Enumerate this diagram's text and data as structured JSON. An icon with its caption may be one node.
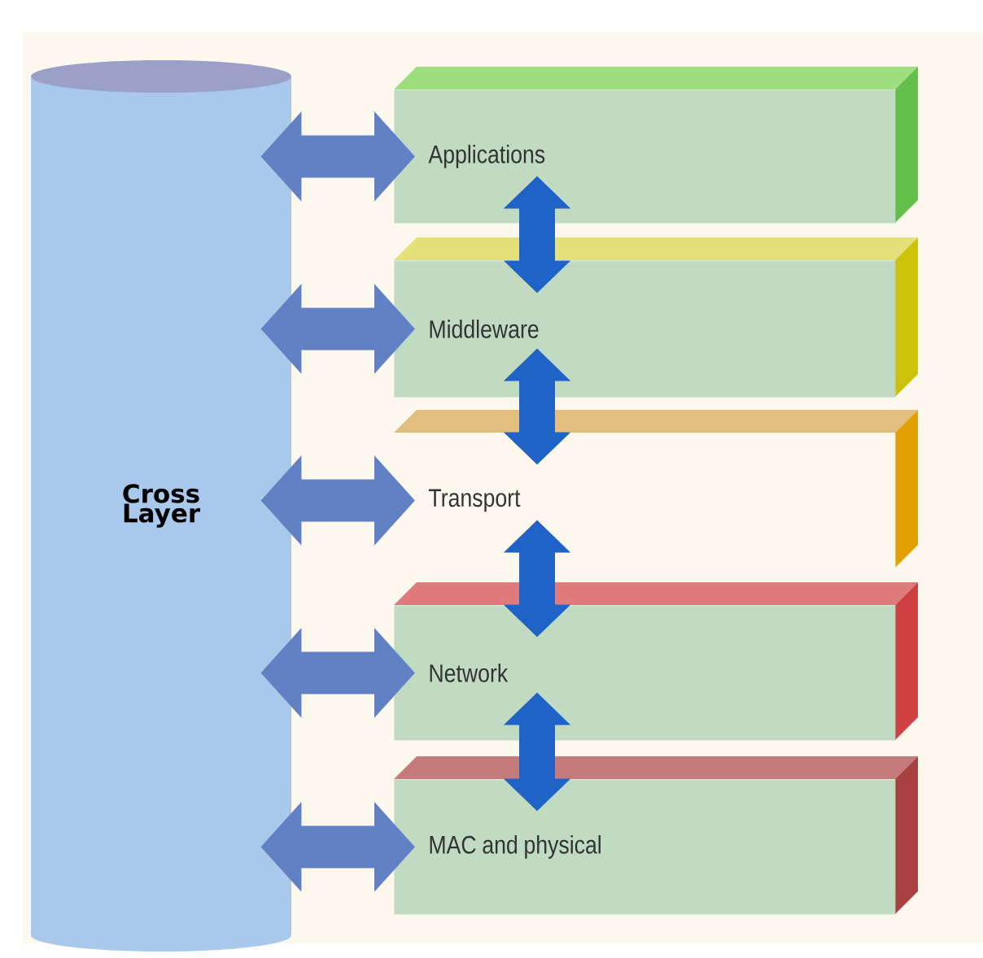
{
  "diagram": {
    "nodes": [
      {
        "text": [
          "Cross Layer"
        ]
      },
      {
        "text": [
          "Applications"
        ]
      },
      {
        "text": [
          "Middleware"
        ]
      },
      {
        "text": [
          "Transport"
        ]
      },
      {
        "text": [
          "Network"
        ]
      },
      {
        "text": [
          "MAC and physical"
        ]
      }
    ],
    "edges": [
      {
        "from": 0,
        "to": 1,
        "arrow": "both"
      },
      {
        "from": 0,
        "to": 2,
        "arrow": "both"
      },
      {
        "from": 0,
        "to": 3,
        "arrow": "both"
      },
      {
        "from": 0,
        "to": 4,
        "arrow": "both"
      },
      {
        "from": 0,
        "to": 5,
        "arrow": "both"
      },
      {
        "from": 1,
        "to": 2,
        "arrow": "both",
        "color": "#1f63c8"
      },
      {
        "from": 2,
        "to": 3,
        "arrow": "both",
        "color": "#1f63c8"
      },
      {
        "from": 3,
        "to": 4,
        "arrow": "both",
        "color": "#1f63c8"
      },
      {
        "from": 4,
        "to": 5,
        "arrow": "both",
        "color": "#1f63c8"
      }
    ]
  }
}
